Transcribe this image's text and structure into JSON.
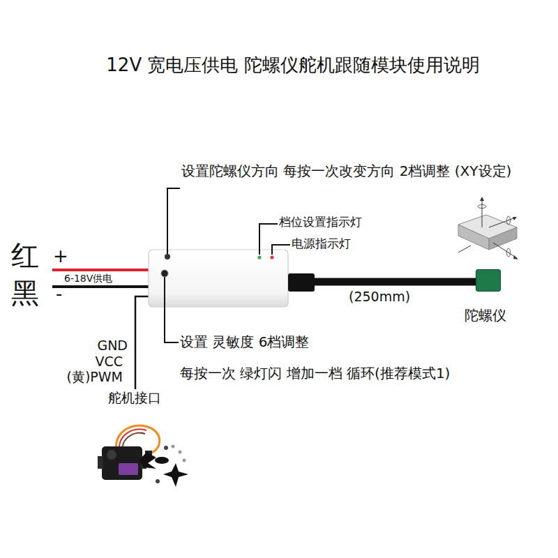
{
  "diagram": {
    "title": "12V 宽电压供电 陀螺仪舵机跟随模块使用说明",
    "nodes": [
      {
        "text": [
          "陀螺仪"
        ]
      }
    ],
    "labels": [
      "设置陀螺仪方向 每按一次改变方向 2档调整 (XY设定)",
      "档位设置指示灯",
      "电源指示灯",
      "红",
      "+",
      "6-18V供电",
      "黑",
      "-",
      "(250mm)",
      "GND",
      "VCC",
      "(黄)PWM",
      "舵机接口",
      "设置 灵敏度 6档调整",
      "每按一次 绿灯闪 增加一档 循环(推荐模式1)"
    ]
  }
}
